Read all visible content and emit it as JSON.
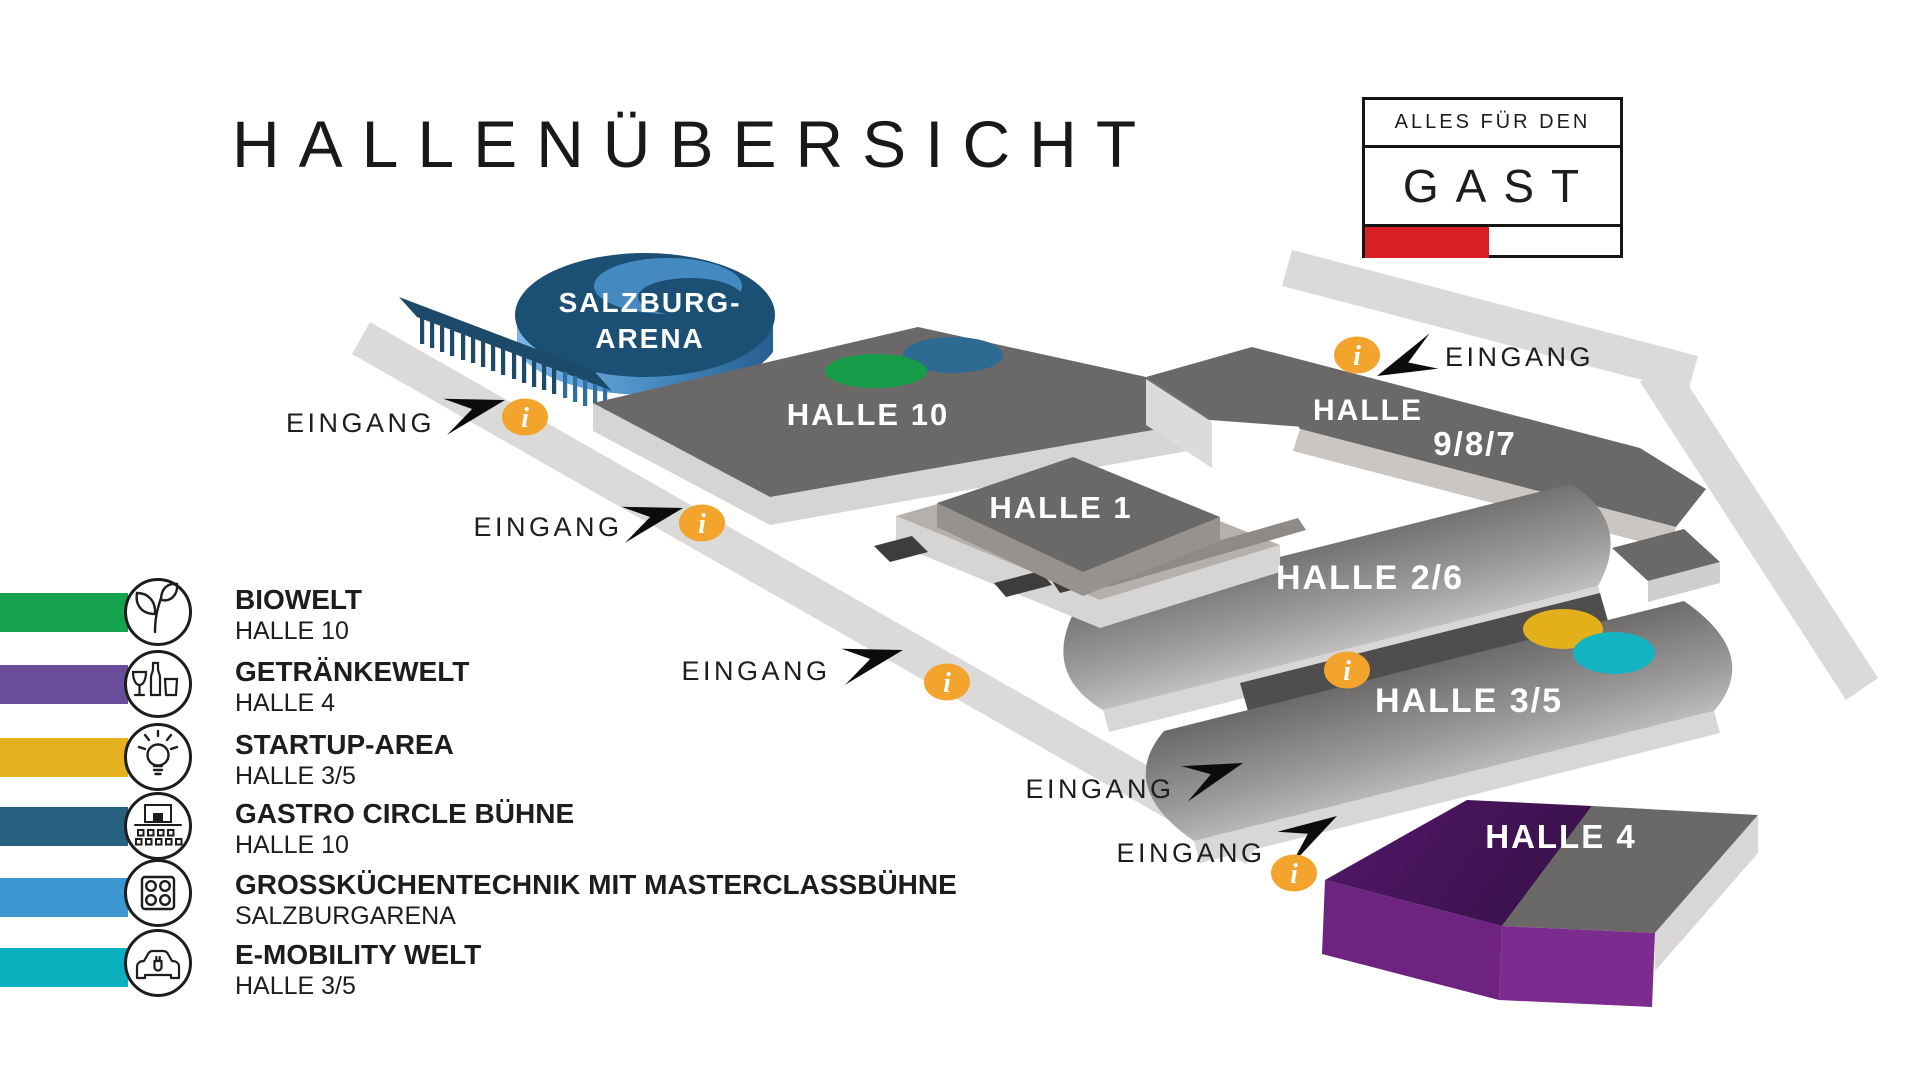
{
  "page": {
    "title": "HALLENÜBERSICHT"
  },
  "logo": {
    "line1": "ALLES FÜR DEN",
    "line2": "GAST",
    "accent_color": "#d71f26"
  },
  "map": {
    "info_glyph": "i",
    "halls": [
      {
        "id": "salzburg-arena",
        "name_line1": "SALZBURG-",
        "name_line2": "ARENA",
        "color": "#1b5074"
      },
      {
        "id": "halle-10",
        "name": "HALLE 10",
        "color": "#6b6968"
      },
      {
        "id": "halle-9-8-7",
        "name_line1": "HALLE",
        "name_line2": "9/8/7",
        "color": "#6b6968"
      },
      {
        "id": "halle-1",
        "name": "HALLE 1",
        "color": "#6b6968"
      },
      {
        "id": "halle-2-6",
        "name": "HALLE 2/6",
        "color": "#8a8887"
      },
      {
        "id": "halle-3-5",
        "name": "HALLE 3/5",
        "color": "#8a8887"
      },
      {
        "id": "halle-4",
        "name": "HALLE 4",
        "color": "#45125a"
      }
    ],
    "entrances": [
      {
        "label": "EINGANG"
      },
      {
        "label": "EINGANG"
      },
      {
        "label": "EINGANG"
      },
      {
        "label": "EINGANG"
      },
      {
        "label": "EINGANG"
      },
      {
        "label": "EINGANG"
      }
    ],
    "area_dots": [
      {
        "area": "BIOWELT",
        "hall": "HALLE 10",
        "color": "#169c49"
      },
      {
        "area": "GASTRO CIRCLE BÜHNE",
        "hall": "HALLE 10",
        "color": "#2d6b93"
      },
      {
        "area": "STARTUP-AREA",
        "hall": "HALLE 3/5",
        "color": "#e3b01c"
      },
      {
        "area": "E-MOBILITY WELT",
        "hall": "HALLE 3/5",
        "color": "#12b3c2"
      }
    ]
  },
  "legend": {
    "items": [
      {
        "title": "BIOWELT",
        "subtitle": "HALLE 10",
        "color": "#17a24e",
        "icon": "leaf-icon"
      },
      {
        "title": "GETRÄNKEWELT",
        "subtitle": "HALLE 4",
        "color": "#6b4e9b",
        "icon": "drinks-icon"
      },
      {
        "title": "STARTUP-AREA",
        "subtitle": "HALLE 3/5",
        "color": "#e5b11e",
        "icon": "lightbulb-icon"
      },
      {
        "title": "GASTRO CIRCLE BÜHNE",
        "subtitle": "HALLE 10",
        "color": "#27617f",
        "icon": "stage-icon"
      },
      {
        "title": "GROSSKÜCHENTECHNIK MIT MASTERCLASSBÜHNE",
        "subtitle": "SALZBURGARENA",
        "color": "#3c97d1",
        "icon": "cooktop-icon"
      },
      {
        "title": "E-MOBILITY WELT",
        "subtitle": "HALLE 3/5",
        "color": "#0cafbd",
        "icon": "car-charging-icon"
      }
    ]
  }
}
